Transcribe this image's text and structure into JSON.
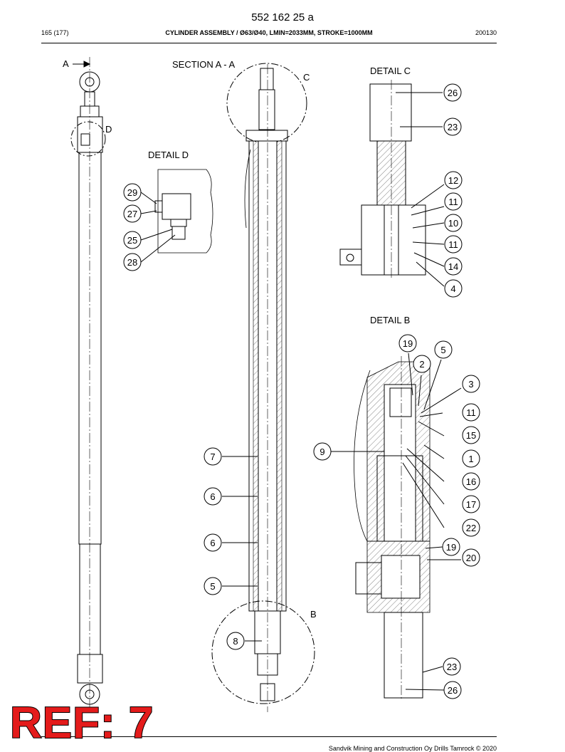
{
  "header": {
    "doc_number": "552 162 25 a",
    "page_ref": "165 (177)",
    "title": "CYLINDER ASSEMBLY / Ø63/Ø40, LMIN=2033MM, STROKE=1000MM",
    "revision_date": "200130"
  },
  "views": {
    "section_marker": "A",
    "section_title": "SECTION A - A",
    "detail_c_title": "DETAIL C",
    "detail_d_title": "DETAIL D",
    "detail_b_title": "DETAIL B",
    "detail_c_marker": "C",
    "detail_d_marker": "D",
    "detail_b_marker": "B"
  },
  "balloons": {
    "detail_c": [
      "26",
      "23",
      "12",
      "11",
      "10",
      "11",
      "14",
      "4"
    ],
    "detail_d": [
      "29",
      "27",
      "25",
      "28"
    ],
    "detail_b": [
      "19",
      "5",
      "2",
      "3",
      "11",
      "15",
      "1",
      "9",
      "16",
      "17",
      "22",
      "19",
      "20",
      "23",
      "26"
    ],
    "section": [
      "7",
      "6",
      "6",
      "5",
      "8"
    ]
  },
  "stamp": {
    "text": "REF: 7",
    "color": "#e41b1b"
  },
  "footer": {
    "copyright": "Sandvik Mining and Construction Oy Drills Tamrock © 2020"
  }
}
